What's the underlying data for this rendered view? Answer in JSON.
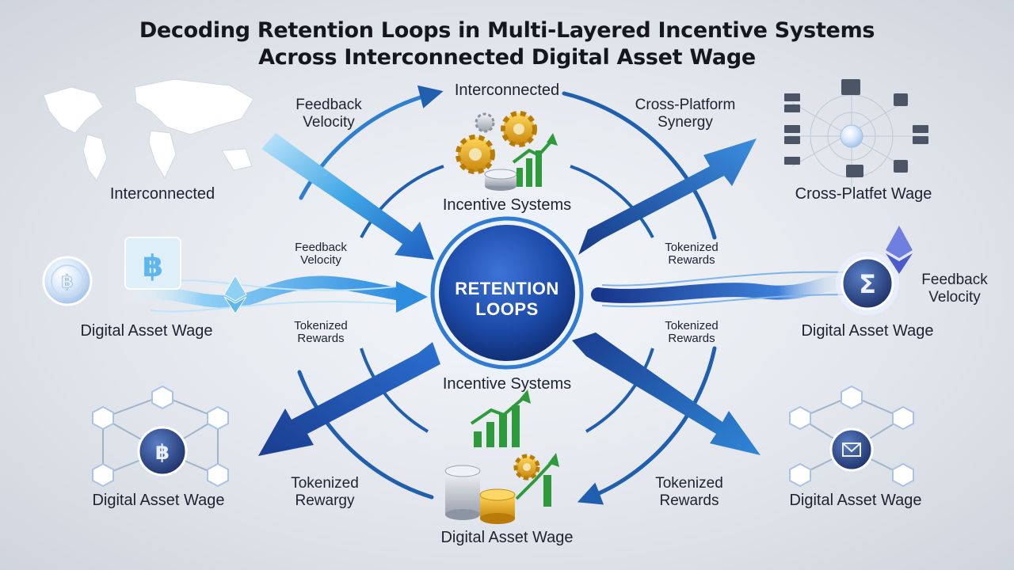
{
  "title_line1": "Decoding Retention Loops in Multi-Layered Incentive Systems",
  "title_line2": "Across Interconnected Digital Asset Wage",
  "center": {
    "line1": "RETENTION",
    "line2": "LOOPS"
  },
  "labels": {
    "top": "Interconnected",
    "top_inner": "Incentive Systems",
    "bottom_inner": "Incentive Systems",
    "bottom": "Digital Asset Wage",
    "upper_left_arrow": "Feedback Velocity",
    "upper_right_arrow": "Cross-Platform Synergy",
    "mid_left_upper": "Feedback Velocity",
    "mid_left_lower": "Tokenized Rewards",
    "mid_right_upper": "Tokenized Rewards",
    "mid_right_lower": "Tokenized Rewards",
    "lower_left_arrow": "Tokenized Rewargy",
    "lower_right_arrow": "Tokenized Rewards",
    "panel_top_left": "Interconnected",
    "panel_top_right": "Cross-Platfet Wage",
    "panel_mid_left": "Digital Asset Wage",
    "panel_mid_right": "Digital Asset Wage",
    "panel_mid_right_extra": "Feedback Velocity",
    "panel_bottom_left": "Digital Asset Wage",
    "panel_bottom_right": "Digital Asset Wage"
  },
  "colors": {
    "accent_blue": "#2f6fd1",
    "dark_navy": "#12306f",
    "light_blue": "#3fb0e8",
    "gold": "#e0a51b",
    "green": "#2f9a3c",
    "ring": "#1f5fae"
  },
  "icons": {
    "world_map": "world-map-icon",
    "bitcoin": "bitcoin-icon",
    "ethereum": "ethereum-icon",
    "sigma": "sigma-token-icon",
    "gears": "gears-icon",
    "coins": "coins-icon",
    "growth_chart": "growth-chart-icon",
    "servers": "server-icon",
    "network": "network-icon"
  }
}
